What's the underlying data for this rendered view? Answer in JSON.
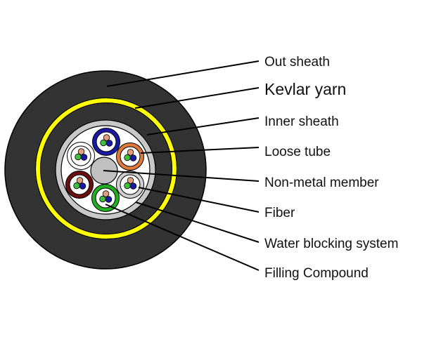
{
  "labels": [
    "Out sheath",
    "Kevlar yarn",
    "Inner sheath",
    "Loose tube",
    "Non-metal member",
    "Fiber",
    "Water blocking system",
    "Filling Compound"
  ],
  "colors": {
    "sheath": "#333333",
    "kevlar": "#ffff00",
    "inner_ring": "#c8c8c8",
    "central_member": "#c0c0c0",
    "tubes": [
      "#1a1aa8",
      "#e07a3a",
      "#d0d0d0",
      "#22b022",
      "#6a1010",
      "#ffffff"
    ],
    "fibers": [
      "#e0a080",
      "#40c040",
      "#1a1aa8"
    ]
  }
}
